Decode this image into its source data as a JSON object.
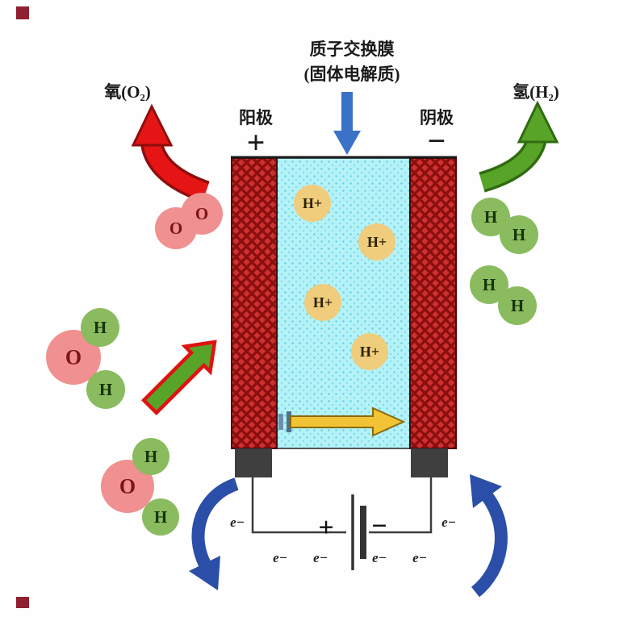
{
  "diagram": {
    "title_line1": "质子交换膜",
    "title_line2": "(固体电解质)",
    "anode_label": "阳极",
    "anode_sign": "+",
    "cathode_label": "阴极",
    "cathode_sign": "−",
    "oxygen_label": "氧(O₂)",
    "hydrogen_label": "氢(H₂)",
    "proton_label": "H+",
    "oxygen_atom": "O",
    "hydrogen_atom": "H",
    "electron_label": "e−",
    "battery_plus": "+",
    "battery_minus": "−"
  },
  "colors": {
    "electrode_red": "#cf3030",
    "electrode_hatch": "#8c0f0f",
    "membrane_cyan": "#b5f2f7",
    "membrane_dot": "#5fd0e0",
    "proton_fill": "#f0cd7c",
    "oxygen_fill": "#f19090",
    "hydrogen_fill": "#8abb5e",
    "arrow_red": "#e51515",
    "arrow_red_outline": "#8f0d0d",
    "arrow_green": "#58a428",
    "arrow_green_outline": "#2f6b12",
    "arrow_blue": "#2b4fa8",
    "arrow_yellow": "#f2c435",
    "membrane_arrow_blue": "#3a72c8",
    "foot_gray": "#3f3f3f",
    "wire_gray": "#3c3c3c"
  }
}
